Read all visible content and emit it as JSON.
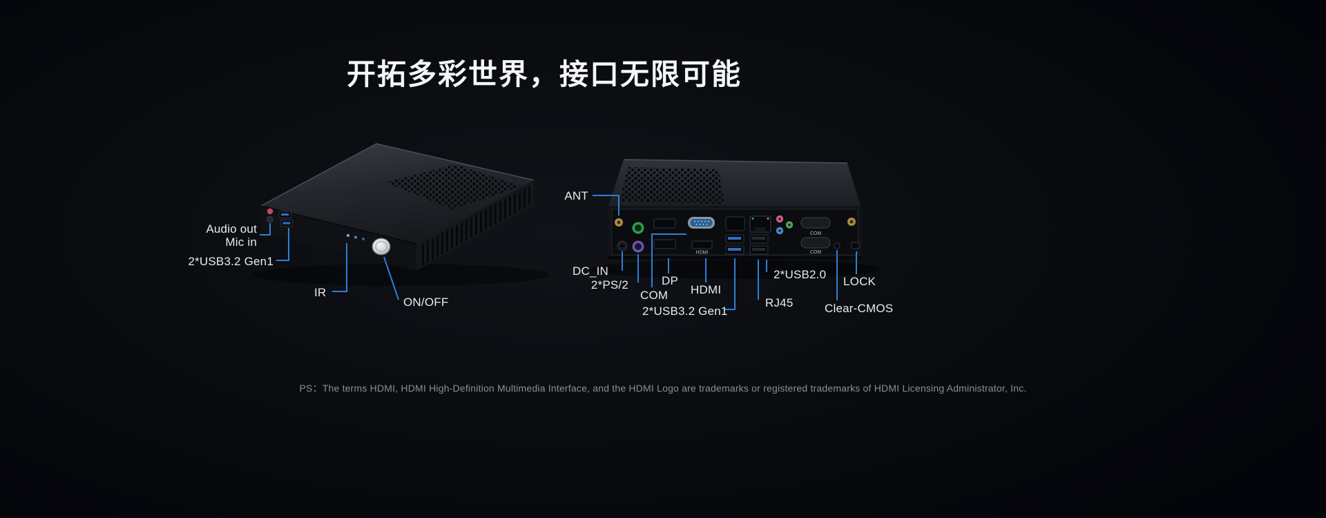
{
  "page": {
    "title": "开拓多彩世界，接口无限可能",
    "footnote": "PS：The terms HDMI, HDMI High-Definition Multimedia Interface, and the HDMI Logo are trademarks or registered trademarks of HDMI Licensing Administrator, Inc.",
    "background": "#06070b",
    "accent": "#2e7fd9"
  },
  "front_view": {
    "labels": {
      "audio_out": "Audio out",
      "mic_in": "Mic in",
      "usb32": "2*USB3.2 Gen1",
      "ir": "IR",
      "power": "ON/OFF"
    }
  },
  "rear_view": {
    "labels": {
      "ant": "ANT",
      "dc_in": "DC_IN",
      "ps2": "2*PS/2",
      "com": "COM",
      "dp": "DP",
      "hdmi": "HDMI",
      "usb32": "2*USB3.2 Gen1",
      "rj45": "RJ45",
      "usb20": "2*USB2.0",
      "clear_cmos": "Clear-CMOS",
      "lock": "LOCK"
    },
    "panel_prints": {
      "hdmi": "HDMI",
      "com_top": "COM",
      "com_bottom": "COM"
    },
    "port_colors": {
      "ps2_top": "#2f9d49",
      "ps2_bottom": "#6b55a8",
      "usb3_tongue": "#2f6fc1",
      "audio_mic": "#cf5d80",
      "audio_in": "#4f86c6",
      "audio_out": "#55a258",
      "ant_brass": "#ab8c41",
      "com_shell": "#275f9c"
    }
  }
}
